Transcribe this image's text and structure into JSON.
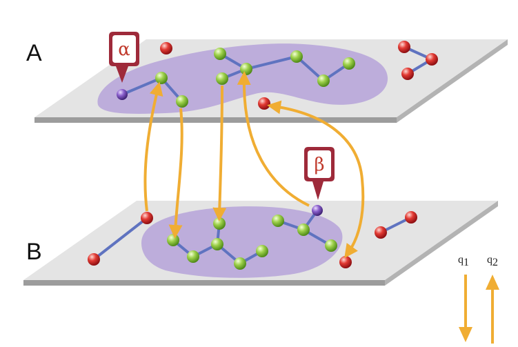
{
  "layers": [
    {
      "id": "A",
      "label": "A"
    },
    {
      "id": "B",
      "label": "B"
    }
  ],
  "markers": [
    {
      "id": "alpha",
      "label": "α",
      "layer": "A"
    },
    {
      "id": "beta",
      "label": "β",
      "layer": "B"
    }
  ],
  "legend": {
    "down": {
      "symbol": "q",
      "subscript": "1",
      "direction": "down"
    },
    "up": {
      "symbol": "q",
      "subscript": "2",
      "direction": "up"
    }
  },
  "colors": {
    "plane": "#e2e2e2",
    "plane_edge": "#9a9a9a",
    "community": "#b7a6d8",
    "edge": "#5f73c0",
    "node_green": "#8ec73f",
    "node_red": "#d8252b",
    "node_purple": "#7b52b8",
    "arrow": "#f0ad33",
    "tag": "#9e2a3a"
  }
}
